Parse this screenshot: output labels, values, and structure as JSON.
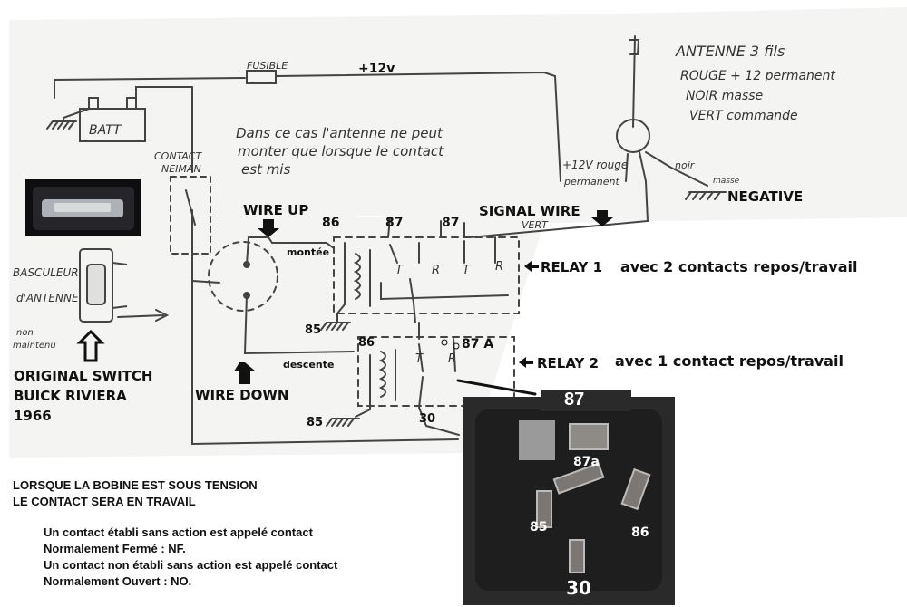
{
  "handwritten": {
    "fusible": "FUSIBLE",
    "batt": "BATT",
    "contact_neiman_1": "CONTACT",
    "contact_neiman_2": "NEIMAN",
    "note_line1": "Dans ce cas l'antenne ne peut",
    "note_line2": "monter que lorsque le contact",
    "note_line3": "est mis",
    "antenna_title": "ANTENNE 3 fils",
    "antenna_line1": "ROUGE + 12 permanent",
    "antenna_line2": "NOIR masse",
    "antenna_line3": "VERT commande",
    "plus12v_rouge": "+12V rouge",
    "permanent": "permanent",
    "noir": "noir",
    "masse": "masse",
    "vert": "VERT",
    "montee": "montée",
    "descente": "descente",
    "basculeur_1": "BASCULEUR",
    "basculeur_2": "d'ANTENNE",
    "non_maintenu_1": "non",
    "non_maintenu_2": "maintenu",
    "relay_T": "T",
    "relay_R": "R",
    "pin_87A": "87 A"
  },
  "labels": {
    "plus12v": "+12v",
    "wire_up": "WIRE UP",
    "signal_wire": "SIGNAL WIRE",
    "negative": "NEGATIVE",
    "pin_86": "86",
    "pin_87": "87",
    "pin_85": "85",
    "pin_30": "30",
    "relay1": "RELAY 1",
    "relay1_desc": "avec 2 contacts repos/travail",
    "relay2": "RELAY 2",
    "relay2_desc": "avec 1 contact repos/travail",
    "wire_down": "WIRE DOWN",
    "original_switch_1": "ORIGINAL SWITCH",
    "original_switch_2": "BUICK RIVIERA",
    "original_switch_3": "1966"
  },
  "notes": {
    "line1": "LORSQUE LA BOBINE EST SOUS TENSION",
    "line2": "LE CONTACT SERA EN TRAVAIL",
    "line3": "Un contact établi sans action est appelé contact",
    "line4": "Normalement Fermé : NF.",
    "line5": "Un contact non établi sans action est appelé contact",
    "line6": "Normalement Ouvert : NO."
  },
  "relay_photo": {
    "pin_87": "87",
    "pin_87a": "87a",
    "pin_85": "85",
    "pin_86": "86",
    "pin_30": "30"
  }
}
